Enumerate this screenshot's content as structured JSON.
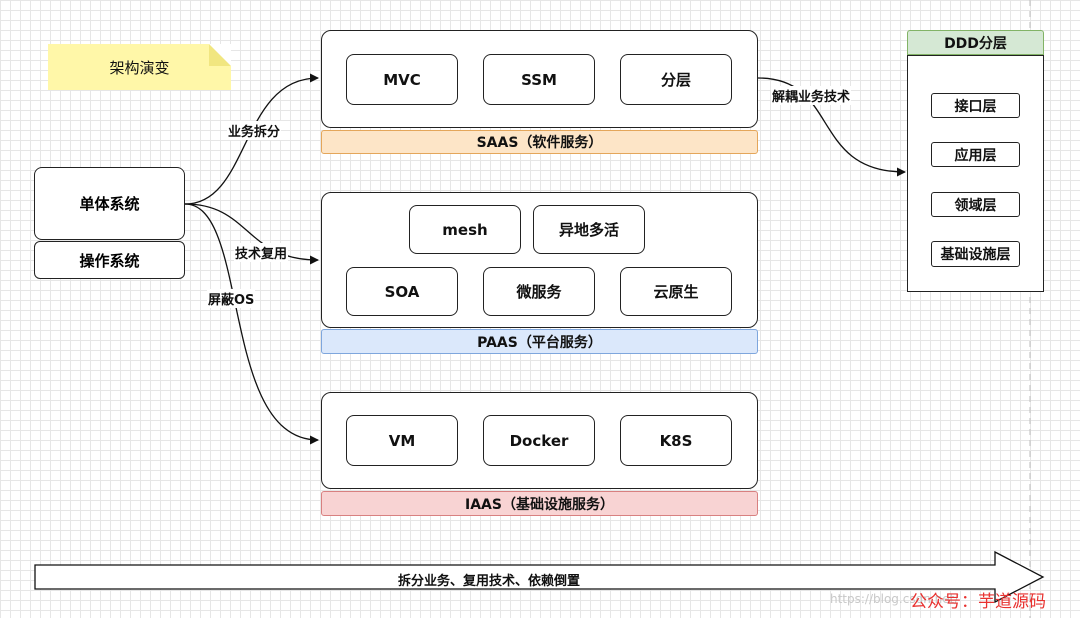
{
  "note": {
    "title": "架构演变",
    "color": "#fff7a8"
  },
  "left": {
    "mono": "单体系统",
    "os": "操作系统"
  },
  "edges": {
    "split": "业务拆分",
    "reuse": "技术复用",
    "shield": "屏蔽OS",
    "decouple": "解耦业务技术"
  },
  "saas": {
    "items": [
      "MVC",
      "SSM",
      "分层"
    ],
    "band": "SAAS（软件服务）",
    "band_color": "#fde5c7",
    "band_border": "#e4a65a"
  },
  "paas": {
    "top_items": [
      "mesh",
      "异地多活"
    ],
    "bottom_items": [
      "SOA",
      "微服务",
      "云原生"
    ],
    "band": "PAAS（平台服务）",
    "band_color": "#dbe8fb",
    "band_border": "#7ea6dd"
  },
  "iaas": {
    "items": [
      "VM",
      "Docker",
      "K8S"
    ],
    "band": "IAAS（基础设施服务）",
    "band_color": "#f8d3d3",
    "band_border": "#d88080"
  },
  "ddd": {
    "title": "DDD分层",
    "title_color": "#d5e8d4",
    "title_border": "#82b366",
    "layers": [
      "接口层",
      "应用层",
      "领域层",
      "基础设施层"
    ]
  },
  "bottom_arrow": {
    "label": "拆分业务、复用技术、依赖倒置"
  },
  "watermark": {
    "url": "https://blog.csdn.net/",
    "account": "公众号：芋道源码",
    "account_color": "#e8312f"
  }
}
